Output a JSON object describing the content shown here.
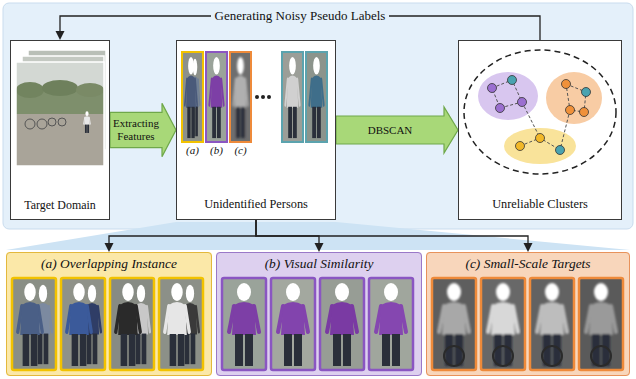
{
  "diagram": {
    "nodes": [
      {
        "text": [
          "Target Domain"
        ]
      },
      {
        "text": [
          "Unidentified Persons"
        ]
      },
      {
        "text": [
          "Unreliable Clusters"
        ]
      },
      {
        "text": [
          "(a) Overlapping Instance"
        ]
      },
      {
        "text": [
          "(b) Visual Similarity"
        ]
      },
      {
        "text": [
          "(c) Small-Scale Targets"
        ]
      }
    ],
    "edges": [
      {
        "from": 0,
        "to": 1,
        "label": "Extracting Features",
        "arrow": "to"
      },
      {
        "from": 1,
        "to": 2,
        "label": "DBSCAN",
        "arrow": "to"
      },
      {
        "from": 2,
        "to": 0,
        "label": "Generating Noisy Pseudo Labels",
        "arrow": "to"
      },
      {
        "from": 1,
        "to": 3,
        "arrow": "to"
      },
      {
        "from": 1,
        "to": 4,
        "arrow": "to"
      },
      {
        "from": 1,
        "to": 5,
        "arrow": "to"
      }
    ],
    "labels": [
      "(a)",
      "(b)",
      "(c)"
    ]
  }
}
